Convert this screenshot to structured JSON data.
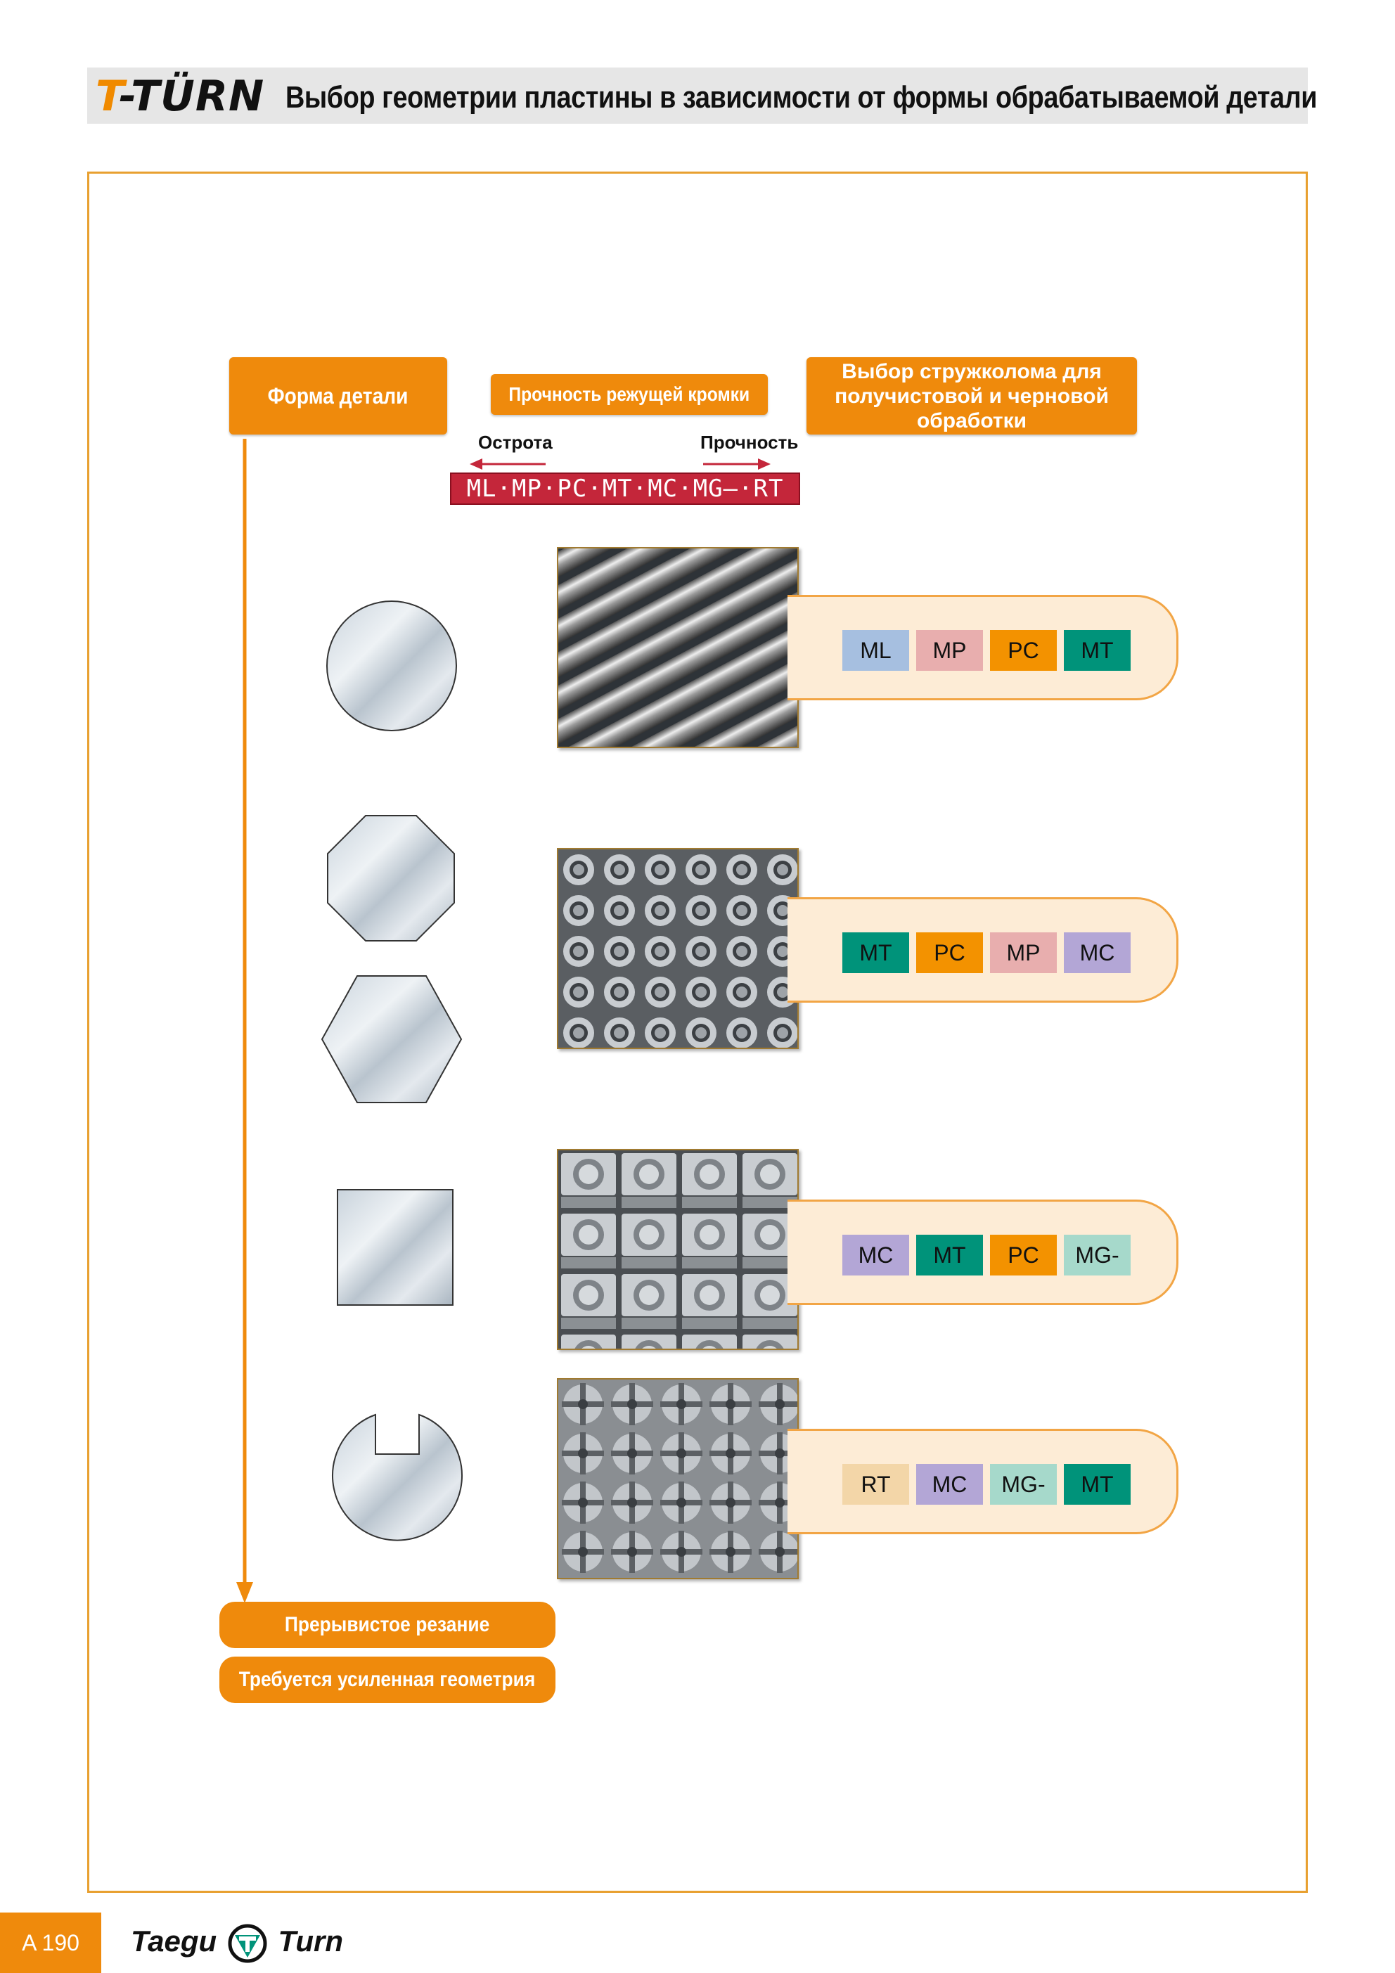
{
  "header": {
    "logo_text": "T-TÜRN",
    "title": "Выбор геометрии пластины в зависимости от формы обрабатываемой детали"
  },
  "columns": {
    "shape": "Форма детали",
    "edge_strength": "Прочность режущей кромки",
    "chipbreaker": "Выбор стружколома для получистовой и черновой обработки"
  },
  "scale": {
    "sharpness": "Острота",
    "strength": "Прочность",
    "sequence": "ML·MP·PC·MT·MC·MG–·RT"
  },
  "colors": {
    "orange": "#ef8a0c",
    "ML": "#a6bfe0",
    "MP": "#e8aeae",
    "PC": "#f39200",
    "MT": "#00937a",
    "MC": "#b3a6d6",
    "MG-": "#a6d9cb",
    "RT": "#f3d6a8"
  },
  "rows": [
    {
      "shapes": [
        "round-bar"
      ],
      "chips": [
        "ML",
        "MP",
        "PC",
        "MT"
      ]
    },
    {
      "shapes": [
        "octagon-bar",
        "hexagon-bar"
      ],
      "chips": [
        "MT",
        "PC",
        "MP",
        "MC"
      ]
    },
    {
      "shapes": [
        "square-bar"
      ],
      "chips": [
        "MC",
        "MT",
        "PC",
        "MG-"
      ]
    },
    {
      "shapes": [
        "slotted-round-bar"
      ],
      "chips": [
        "RT",
        "MC",
        "MG-",
        "MT"
      ]
    }
  ],
  "bottom": {
    "interrupted": "Прерывистое резание",
    "reinforced": "Требуется усиленная геометрия"
  },
  "footer": {
    "page": "A 190",
    "brand_left": "Taegu",
    "brand_right": "Turn"
  }
}
